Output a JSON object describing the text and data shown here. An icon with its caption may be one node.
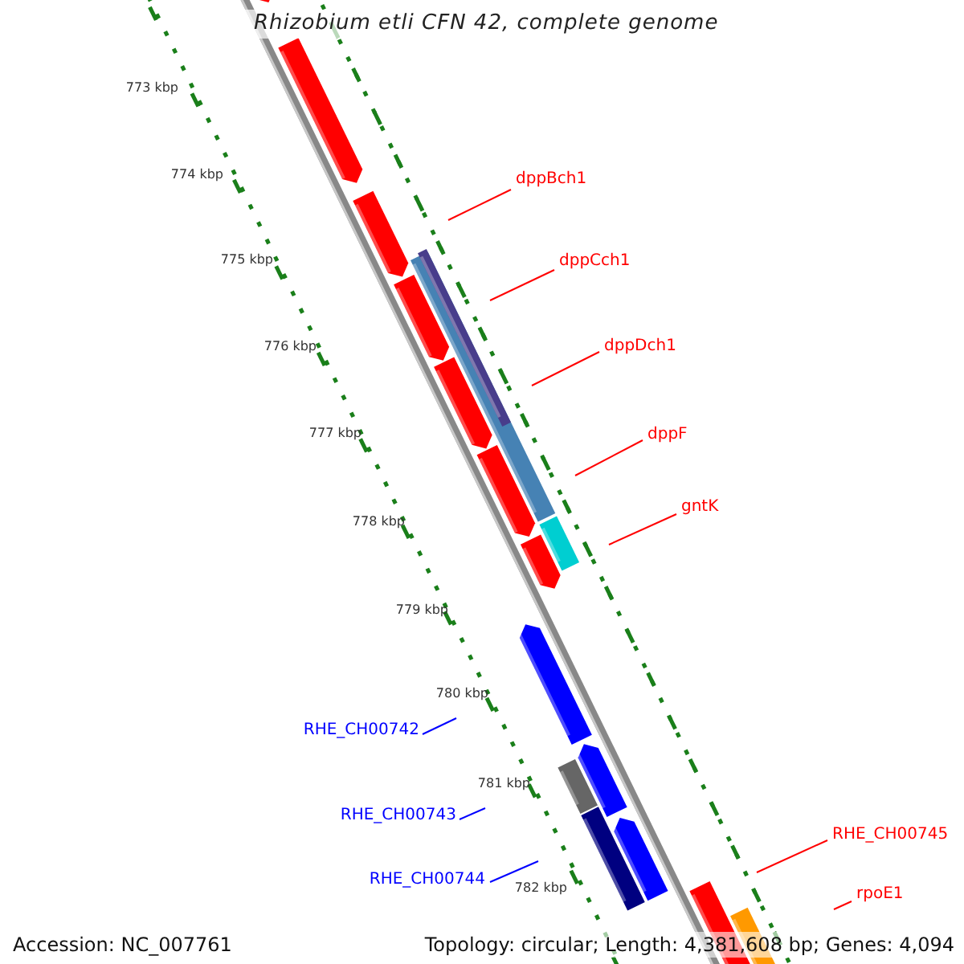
{
  "diagram": {
    "title": "Rhizobium etli CFN 42, complete genome",
    "nodes": [
      {
        "text": [
          "dppBch1"
        ]
      },
      {
        "text": [
          "dppCch1"
        ]
      },
      {
        "text": [
          "dppDch1"
        ]
      },
      {
        "text": [
          "dppF"
        ]
      },
      {
        "text": [
          "gntK"
        ]
      },
      {
        "text": [
          "RHE_CH00742"
        ]
      },
      {
        "text": [
          "RHE_CH00743"
        ]
      },
      {
        "text": [
          "RHE_CH00744"
        ]
      },
      {
        "text": [
          "RHE_CH00745"
        ]
      },
      {
        "text": [
          "rpoE1"
        ]
      }
    ],
    "edges": [
      {
        "from": 0,
        "to": null,
        "arrow": "none"
      },
      {
        "from": 1,
        "to": null,
        "arrow": "none"
      },
      {
        "from": 2,
        "to": null,
        "arrow": "none"
      },
      {
        "from": 3,
        "to": null,
        "arrow": "none"
      },
      {
        "from": 4,
        "to": null,
        "arrow": "none"
      },
      {
        "from": 5,
        "to": null,
        "arrow": "none",
        "color": "#0000ff"
      },
      {
        "from": 6,
        "to": null,
        "arrow": "none",
        "color": "#0000ff"
      },
      {
        "from": 7,
        "to": null,
        "arrow": "none",
        "color": "#0000ff"
      },
      {
        "from": 8,
        "to": null,
        "arrow": "none"
      },
      {
        "from": 9,
        "to": null,
        "arrow": "none"
      }
    ],
    "labels": [
      "773 kbp",
      "774 kbp",
      "775 kbp",
      "776 kbp",
      "777 kbp",
      "778 kbp",
      "779 kbp",
      "780 kbp",
      "781 kbp",
      "782 kbp",
      "Accession: NC_007761",
      "Topology: circular; Length: 4,381,608 bp; Genes: 4,094"
    ]
  }
}
